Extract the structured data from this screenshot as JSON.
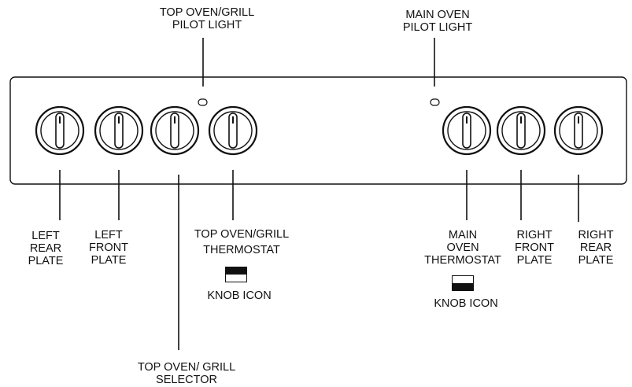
{
  "colors": {
    "line": "#111111",
    "panel_fill": "#ffffff",
    "knob_fill": "#ffffff"
  },
  "labels": {
    "top_oven_pilot": [
      "TOP OVEN/GRILL",
      "PILOT LIGHT"
    ],
    "main_oven_pilot": [
      "MAIN OVEN",
      "PILOT LIGHT"
    ],
    "left_rear": [
      "LEFT",
      "REAR",
      "PLATE"
    ],
    "left_front": [
      "LEFT",
      "FRONT",
      "PLATE"
    ],
    "top_oven_selector": [
      "TOP OVEN/ GRILL",
      "SELECTOR"
    ],
    "top_oven_thermostat": [
      "TOP OVEN/GRILL",
      "THERMOSTAT"
    ],
    "main_oven_thermostat": [
      "MAIN",
      "OVEN",
      "THERMOSTAT"
    ],
    "right_front": [
      "RIGHT",
      "FRONT",
      "PLATE"
    ],
    "right_rear": [
      "RIGHT",
      "REAR",
      "PLATE"
    ],
    "knob_icon_left": "KNOB ICON",
    "knob_icon_right": "KNOB ICON"
  },
  "knob_icons": {
    "left": {
      "top": "filled",
      "bottom": "empty"
    },
    "right": {
      "top": "empty",
      "bottom": "filled"
    }
  }
}
